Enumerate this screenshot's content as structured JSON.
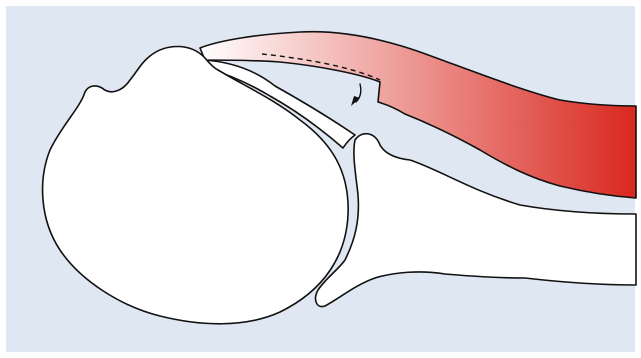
{
  "figure": {
    "colors": {
      "background": "#dfe7f2",
      "bone_fill": "#ffffff",
      "outline": "#111111",
      "muscle_light": "#ffffff",
      "muscle_dark": "#d9281f"
    },
    "elements": [
      "humeral-head",
      "acromion",
      "coracoid-process",
      "muscle-tendon",
      "dashed-path",
      "direction-arrow"
    ]
  }
}
